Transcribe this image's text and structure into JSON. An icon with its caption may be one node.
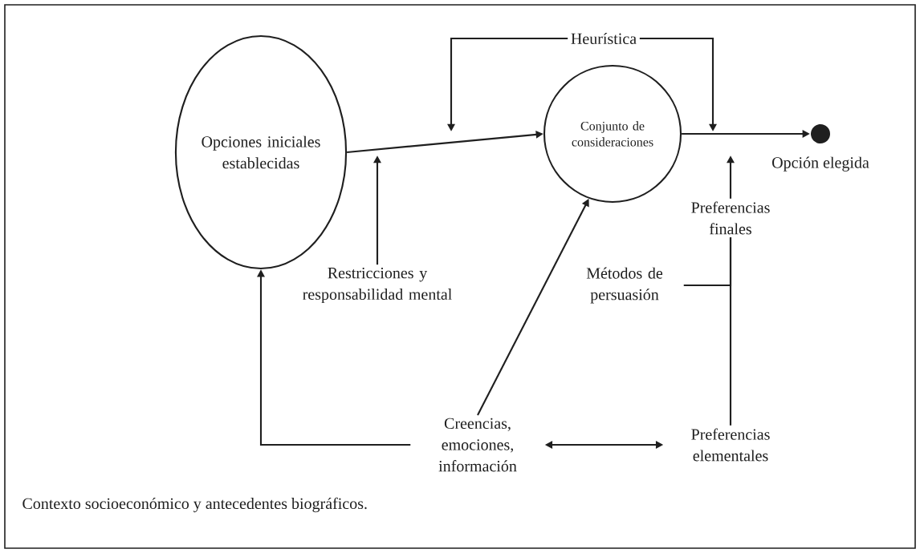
{
  "diagram": {
    "nodes": [
      {
        "text": [
          "Opciones iniciales establecidas"
        ]
      },
      {
        "text": [
          "Conjunto de consideraciones"
        ]
      },
      {
        "text": [],
        "shape": "circle",
        "beside": [
          "Opción elegida"
        ]
      },
      {
        "text": [
          "Heurística"
        ]
      },
      {
        "text": [
          "Restricciones y responsabilidad mental"
        ]
      },
      {
        "text": [
          "Preferencias finales"
        ]
      },
      {
        "text": [
          "Métodos de persuasión"
        ]
      },
      {
        "text": [
          "Creencias, emociones, información"
        ]
      },
      {
        "text": [
          "Preferencias elementales"
        ]
      }
    ],
    "edges": [
      {
        "from": 0,
        "to": 1,
        "arrow": "to"
      },
      {
        "from": 1,
        "to": 2,
        "arrow": "to"
      },
      {
        "from": 3,
        "to": null,
        "arrow": "to"
      },
      {
        "from": 3,
        "to": null,
        "arrow": "to"
      },
      {
        "from": 4,
        "to": null,
        "arrow": "to"
      },
      {
        "from": 5,
        "to": null,
        "arrow": "to"
      },
      {
        "from": 7,
        "to": 1,
        "arrow": "to"
      },
      {
        "from": 7,
        "to": 0,
        "arrow": "to"
      },
      {
        "from": 7,
        "to": 8,
        "arrow": "both"
      },
      {
        "from": 8,
        "to": 5,
        "arrow": "none"
      },
      {
        "from": 6,
        "to": 5,
        "arrow": "none"
      }
    ],
    "labels": [
      "Contexto socioeconómico y antecedentes biográficos."
    ]
  }
}
